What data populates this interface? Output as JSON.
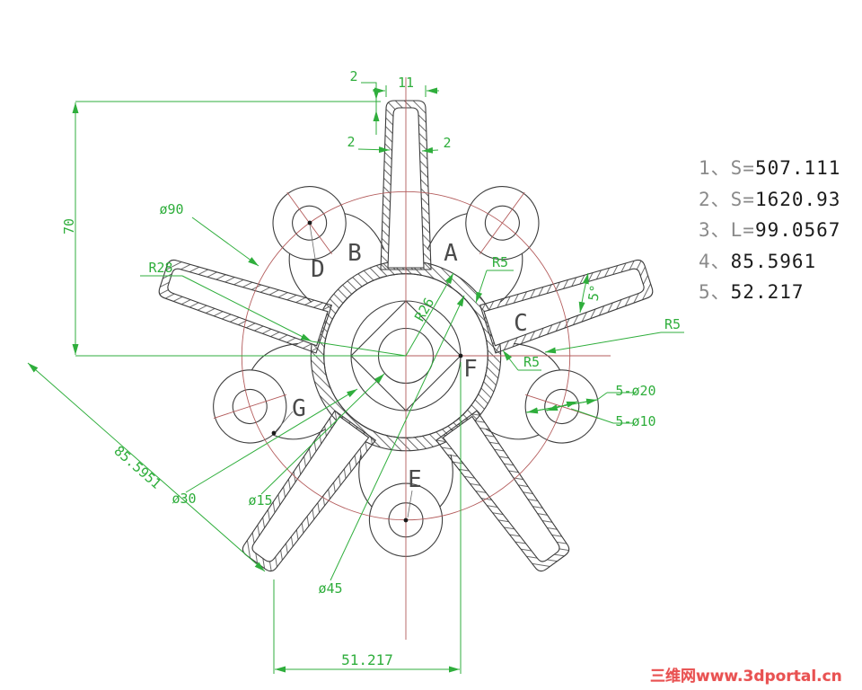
{
  "colors": {
    "outline": "#3c3c3c",
    "dimension_green": "#2fae3c",
    "centerline_red": "#b35b5b",
    "watermark_red": "#e85252"
  },
  "points": {
    "a": "A",
    "b": "B",
    "c": "C",
    "d": "D",
    "e": "E",
    "f": "F",
    "g": "G"
  },
  "dims": [
    {
      "text": "2"
    },
    {
      "text": "11"
    },
    {
      "text": "2"
    },
    {
      "text": "2"
    },
    {
      "text": "70"
    },
    {
      "text": "ø90"
    },
    {
      "text": "R28"
    },
    {
      "text": "85.5951"
    },
    {
      "text": "ø30"
    },
    {
      "text": "ø15"
    },
    {
      "text": "ø45"
    },
    {
      "text": "51.217"
    },
    {
      "text": "R26"
    },
    {
      "text": "R5"
    },
    {
      "text": "R5"
    },
    {
      "text": "R5"
    },
    {
      "text": "5-ø20"
    },
    {
      "text": "5-ø10"
    },
    {
      "text": "5°"
    }
  ],
  "answers": {
    "items": [
      {
        "prefix": "1、",
        "expr": "S=",
        "value": "507.111"
      },
      {
        "prefix": "2、",
        "expr": "S=",
        "value": "1620.93"
      },
      {
        "prefix": "3、",
        "expr": "L=",
        "value": "99.0567"
      },
      {
        "prefix": "4、",
        "expr": "",
        "value": "85.5961"
      },
      {
        "prefix": "5、",
        "expr": "",
        "value": "52.217"
      }
    ]
  },
  "watermark": {
    "text": "三维网www.3dportal.cn"
  }
}
